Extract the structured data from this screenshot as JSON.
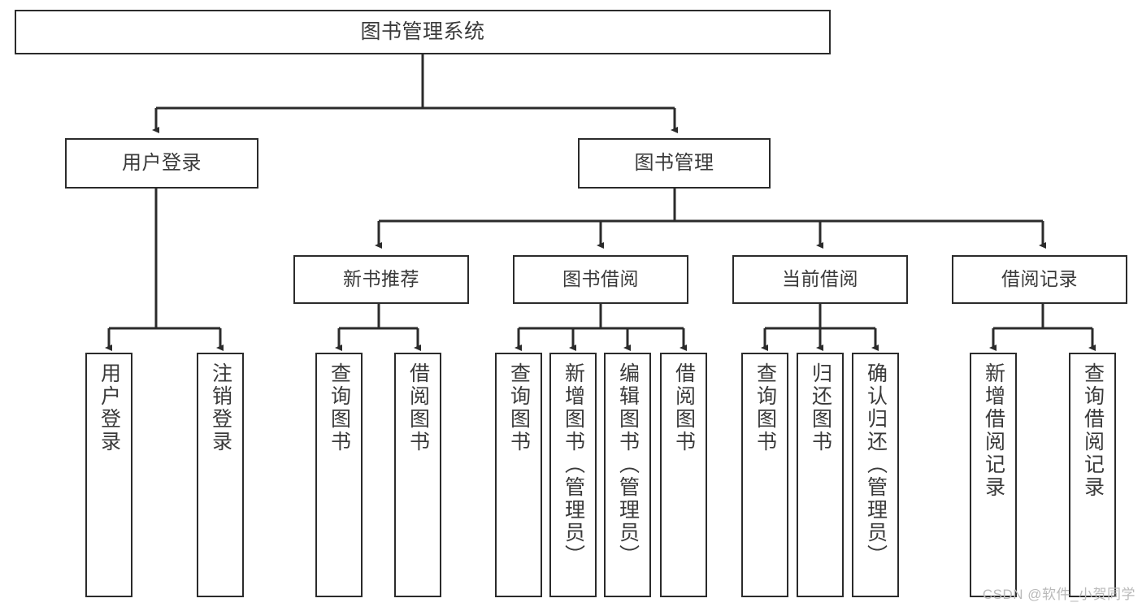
{
  "diagram": {
    "title": "图书管理系统",
    "type": "tree",
    "watermark": "CSDN @软件_小贺同学",
    "colors": {
      "box_border": "#2b2b2b",
      "box_fill": "#ffffff",
      "connector": "#2b2b2b",
      "text": "#3a3a3a",
      "watermark": "#b9b9b9",
      "background": "#ffffff"
    },
    "nodes": {
      "root": {
        "label": "图书管理系统"
      },
      "level2": [
        {
          "id": "user-login",
          "label": "用户登录"
        },
        {
          "id": "book-management",
          "label": "图书管理"
        }
      ],
      "level3": [
        {
          "id": "new-book-recommend",
          "label": "新书推荐"
        },
        {
          "id": "book-borrow",
          "label": "图书借阅"
        },
        {
          "id": "current-borrow",
          "label": "当前借阅"
        },
        {
          "id": "borrow-record",
          "label": "借阅记录"
        }
      ],
      "leaves": {
        "user_login": [
          {
            "id": "leaf-user-login",
            "label": "用户登录"
          },
          {
            "id": "leaf-logout-login",
            "label": "注销登录"
          }
        ],
        "new_book_recommend": [
          {
            "id": "leaf-query-book-1",
            "label": "查询图书"
          },
          {
            "id": "leaf-borrow-book-1",
            "label": "借阅图书"
          }
        ],
        "book_borrow": [
          {
            "id": "leaf-query-book-2",
            "label": "查询图书"
          },
          {
            "id": "leaf-add-book",
            "label": "新增图书（管理员）"
          },
          {
            "id": "leaf-edit-book",
            "label": "编辑图书（管理员）"
          },
          {
            "id": "leaf-borrow-book-2",
            "label": "借阅图书"
          }
        ],
        "current_borrow": [
          {
            "id": "leaf-query-book-3",
            "label": "查询图书"
          },
          {
            "id": "leaf-return-book",
            "label": "归还图书"
          },
          {
            "id": "leaf-confirm-return",
            "label": "确认归还（管理员）"
          }
        ],
        "borrow_record": [
          {
            "id": "leaf-add-record",
            "label": "新增借阅记录"
          },
          {
            "id": "leaf-query-record",
            "label": "查询借阅记录"
          }
        ]
      }
    }
  }
}
